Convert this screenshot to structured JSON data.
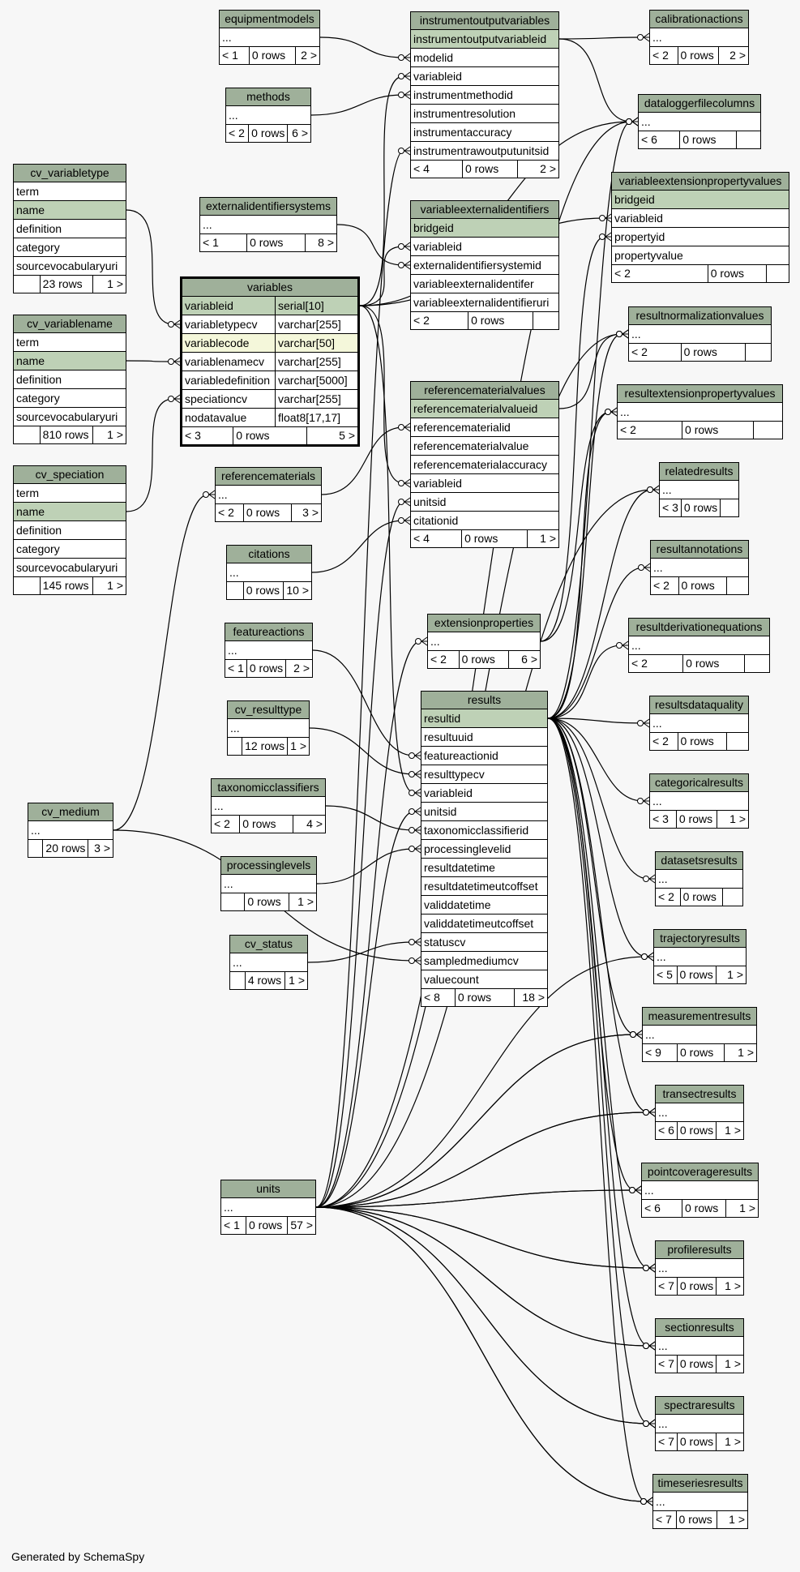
{
  "footer": "Generated by SchemaSpy",
  "tables": {
    "equipmentmodels": {
      "title": "equipmentmodels",
      "rows": [
        "..."
      ],
      "foot": [
        "< 1",
        "0 rows",
        "2 >"
      ]
    },
    "methods": {
      "title": "methods",
      "rows": [
        "..."
      ],
      "foot": [
        "< 2",
        "0 rows",
        "6 >"
      ]
    },
    "cv_variabletype": {
      "title": "cv_variabletype",
      "rows": [
        "term",
        "name",
        "definition",
        "category",
        "sourcevocabularyuri"
      ],
      "foot": [
        "",
        "23 rows",
        "1 >"
      ]
    },
    "externalidentifiersystems": {
      "title": "externalidentifiersystems",
      "rows": [
        "..."
      ],
      "foot": [
        "< 1",
        "0 rows",
        "8 >"
      ]
    },
    "cv_variablename": {
      "title": "cv_variablename",
      "rows": [
        "term",
        "name",
        "definition",
        "category",
        "sourcevocabularyuri"
      ],
      "foot": [
        "",
        "810 rows",
        "1 >"
      ]
    },
    "variables": {
      "title": "variables",
      "rows": [
        [
          "variableid",
          "serial[10]"
        ],
        [
          "variabletypecv",
          "varchar[255]"
        ],
        [
          "variablecode",
          "varchar[50]"
        ],
        [
          "variablenamecv",
          "varchar[255]"
        ],
        [
          "variabledefinition",
          "varchar[5000]"
        ],
        [
          "speciationcv",
          "varchar[255]"
        ],
        [
          "nodatavalue",
          "float8[17,17]"
        ]
      ],
      "foot": [
        "< 3",
        "0 rows",
        "5 >"
      ]
    },
    "cv_speciation": {
      "title": "cv_speciation",
      "rows": [
        "term",
        "name",
        "definition",
        "category",
        "sourcevocabularyuri"
      ],
      "foot": [
        "",
        "145 rows",
        "1 >"
      ]
    },
    "referencematerials": {
      "title": "referencematerials",
      "rows": [
        "..."
      ],
      "foot": [
        "< 2",
        "0 rows",
        "3 >"
      ]
    },
    "citations": {
      "title": "citations",
      "rows": [
        "..."
      ],
      "foot": [
        "",
        "0 rows",
        "10 >"
      ]
    },
    "featureactions": {
      "title": "featureactions",
      "rows": [
        "..."
      ],
      "foot": [
        "< 1",
        "0 rows",
        "2 >"
      ]
    },
    "cv_resulttype": {
      "title": "cv_resulttype",
      "rows": [
        "..."
      ],
      "foot": [
        "",
        "12 rows",
        "1 >"
      ]
    },
    "taxonomicclassifiers": {
      "title": "taxonomicclassifiers",
      "rows": [
        "..."
      ],
      "foot": [
        "< 2",
        "0 rows",
        "4 >"
      ]
    },
    "cv_medium": {
      "title": "cv_medium",
      "rows": [
        "..."
      ],
      "foot": [
        "",
        "20 rows",
        "3 >"
      ]
    },
    "processinglevels": {
      "title": "processinglevels",
      "rows": [
        "..."
      ],
      "foot": [
        "",
        "0 rows",
        "1 >"
      ]
    },
    "cv_status": {
      "title": "cv_status",
      "rows": [
        "..."
      ],
      "foot": [
        "",
        "4 rows",
        "1 >"
      ]
    },
    "units": {
      "title": "units",
      "rows": [
        "..."
      ],
      "foot": [
        "< 1",
        "0 rows",
        "57 >"
      ]
    },
    "instrumentoutputvariables": {
      "title": "instrumentoutputvariables",
      "rows": [
        "instrumentoutputvariableid",
        "modelid",
        "variableid",
        "instrumentmethodid",
        "instrumentresolution",
        "instrumentaccuracy",
        "instrumentrawoutputunitsid"
      ],
      "foot": [
        "< 4",
        "0 rows",
        "2 >"
      ]
    },
    "variableexternalidentifiers": {
      "title": "variableexternalidentifiers",
      "rows": [
        "bridgeid",
        "variableid",
        "externalidentifiersystemid",
        "variableexternalidentifer",
        "variableexternalidentifieruri"
      ],
      "foot": [
        "< 2",
        "0 rows",
        ""
      ]
    },
    "referencematerialvalues": {
      "title": "referencematerialvalues",
      "rows": [
        "referencematerialvalueid",
        "referencematerialid",
        "referencematerialvalue",
        "referencematerialaccuracy",
        "variableid",
        "unitsid",
        "citationid"
      ],
      "foot": [
        "< 4",
        "0 rows",
        "1 >"
      ]
    },
    "extensionproperties": {
      "title": "extensionproperties",
      "rows": [
        "..."
      ],
      "foot": [
        "< 2",
        "0 rows",
        "6 >"
      ]
    },
    "results": {
      "title": "results",
      "rows": [
        "resultid",
        "resultuuid",
        "featureactionid",
        "resulttypecv",
        "variableid",
        "unitsid",
        "taxonomicclassifierid",
        "processinglevelid",
        "resultdatetime",
        "resultdatetimeutcoffset",
        "validdatetime",
        "validdatetimeutcoffset",
        "statuscv",
        "sampledmediumcv",
        "valuecount"
      ],
      "foot": [
        "< 8",
        "0 rows",
        "18 >"
      ]
    },
    "calibrationactions": {
      "title": "calibrationactions",
      "rows": [
        "..."
      ],
      "foot": [
        "< 2",
        "0 rows",
        "2 >"
      ]
    },
    "dataloggerfilecolumns": {
      "title": "dataloggerfilecolumns",
      "rows": [
        "..."
      ],
      "foot": [
        "< 6",
        "0 rows",
        ""
      ]
    },
    "variableextensionpropertyvalues": {
      "title": "variableextensionpropertyvalues",
      "rows": [
        "bridgeid",
        "variableid",
        "propertyid",
        "propertyvalue"
      ],
      "foot": [
        "< 2",
        "0 rows",
        ""
      ]
    },
    "resultnormalizationvalues": {
      "title": "resultnormalizationvalues",
      "rows": [
        "..."
      ],
      "foot": [
        "< 2",
        "0 rows",
        ""
      ]
    },
    "resultextensionpropertyvalues": {
      "title": "resultextensionpropertyvalues",
      "rows": [
        "..."
      ],
      "foot": [
        "< 2",
        "0 rows",
        ""
      ]
    },
    "relatedresults": {
      "title": "relatedresults",
      "rows": [
        "..."
      ],
      "foot": [
        "< 3",
        "0 rows",
        ""
      ]
    },
    "resultannotations": {
      "title": "resultannotations",
      "rows": [
        "..."
      ],
      "foot": [
        "< 2",
        "0 rows",
        ""
      ]
    },
    "resultderivationequations": {
      "title": "resultderivationequations",
      "rows": [
        "..."
      ],
      "foot": [
        "< 2",
        "0 rows",
        ""
      ]
    },
    "resultsdataquality": {
      "title": "resultsdataquality",
      "rows": [
        "..."
      ],
      "foot": [
        "< 2",
        "0 rows",
        ""
      ]
    },
    "categoricalresults": {
      "title": "categoricalresults",
      "rows": [
        "..."
      ],
      "foot": [
        "< 3",
        "0 rows",
        "1 >"
      ]
    },
    "datasetsresults": {
      "title": "datasetsresults",
      "rows": [
        "..."
      ],
      "foot": [
        "< 2",
        "0 rows",
        ""
      ]
    },
    "trajectoryresults": {
      "title": "trajectoryresults",
      "rows": [
        "..."
      ],
      "foot": [
        "< 5",
        "0 rows",
        "1 >"
      ]
    },
    "measurementresults": {
      "title": "measurementresults",
      "rows": [
        "..."
      ],
      "foot": [
        "< 9",
        "0 rows",
        "1 >"
      ]
    },
    "transectresults": {
      "title": "transectresults",
      "rows": [
        "..."
      ],
      "foot": [
        "< 6",
        "0 rows",
        "1 >"
      ]
    },
    "pointcoverageresults": {
      "title": "pointcoverageresults",
      "rows": [
        "..."
      ],
      "foot": [
        "< 6",
        "0 rows",
        "1 >"
      ]
    },
    "profileresults": {
      "title": "profileresults",
      "rows": [
        "..."
      ],
      "foot": [
        "< 7",
        "0 rows",
        "1 >"
      ]
    },
    "sectionresults": {
      "title": "sectionresults",
      "rows": [
        "..."
      ],
      "foot": [
        "< 7",
        "0 rows",
        "1 >"
      ]
    },
    "spectraresults": {
      "title": "spectraresults",
      "rows": [
        "..."
      ],
      "foot": [
        "< 7",
        "0 rows",
        "1 >"
      ]
    },
    "timeseriesresults": {
      "title": "timeseriesresults",
      "rows": [
        "..."
      ],
      "foot": [
        "< 7",
        "0 rows",
        "1 >"
      ]
    }
  }
}
